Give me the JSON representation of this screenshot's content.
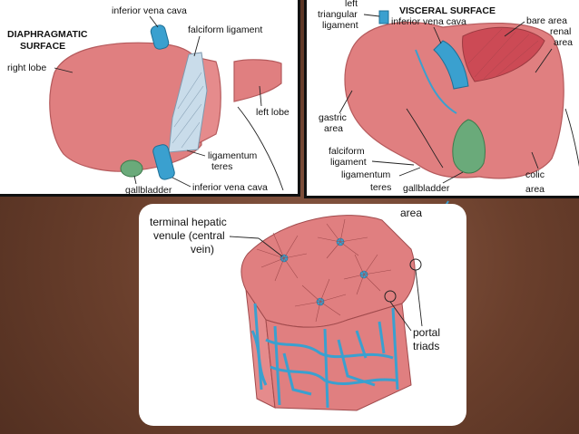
{
  "left_panel": {
    "title_line1": "DIAPHRAGMATIC",
    "title_line2": "SURFACE",
    "labels": {
      "inferior_vena_cava_top": "inferior vena cava",
      "falciform_ligament": "falciform ligament",
      "right_lobe": "right lobe",
      "left_lobe": "left lobe",
      "ligamentum_teres_1": "ligamentum",
      "ligamentum_teres_2": "teres",
      "gallbladder": "gallbladder",
      "inferior_vena_cava_bottom": "inferior vena cava"
    }
  },
  "right_panel": {
    "title": "VISCERAL SURFACE",
    "labels": {
      "left_triangular_1": "left",
      "left_triangular_2": "triangular",
      "left_triangular_3": "ligament",
      "inferior_vena_cava": "inferior vena cava",
      "bare_area": "bare area",
      "renal_area_1": "renal",
      "renal_area_2": "area",
      "gastric_area_1": "gastric",
      "gastric_area_2": "area",
      "falciform_1": "falciform",
      "falciform_2": "ligament",
      "ligamentum_teres_1": "ligamentum",
      "ligamentum_teres_2": "teres",
      "gallbladder": "gallbladder",
      "colic_area_1": "colic",
      "colic_area_2": "area"
    }
  },
  "bottom_panel": {
    "labels": {
      "area": "area",
      "central_vein_1": "terminal hepatic",
      "central_vein_2": "venule (central",
      "central_vein_3": "vein)",
      "portal_triads_1": "portal",
      "portal_triads_2": "triads"
    }
  },
  "colors": {
    "liver": "#e07f80",
    "liver_dark": "#c05e60",
    "vessel_blue": "#3aa0cf",
    "ligament": "#c9dcea",
    "gallbladder": "#6aaa7a",
    "background": "#6a3f2c"
  }
}
